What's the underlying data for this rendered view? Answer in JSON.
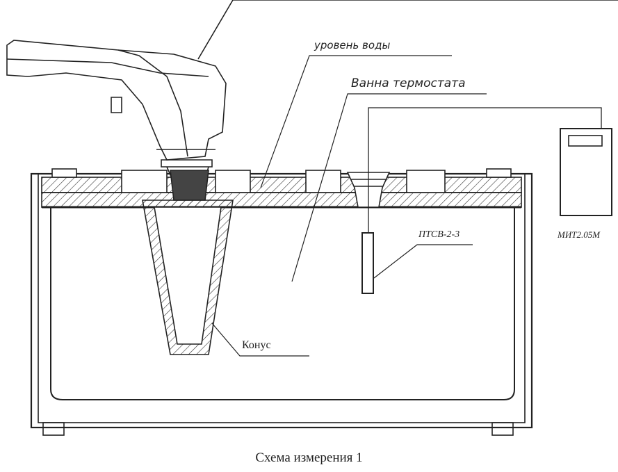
{
  "labels": {
    "water_level": "уровень воды",
    "thermostat_bath": "Ванна термостата",
    "sensor": "ПТСВ-2-3",
    "meter": "МИТ2.05М",
    "cone": "Конус"
  },
  "caption": "Схема измерения 1"
}
